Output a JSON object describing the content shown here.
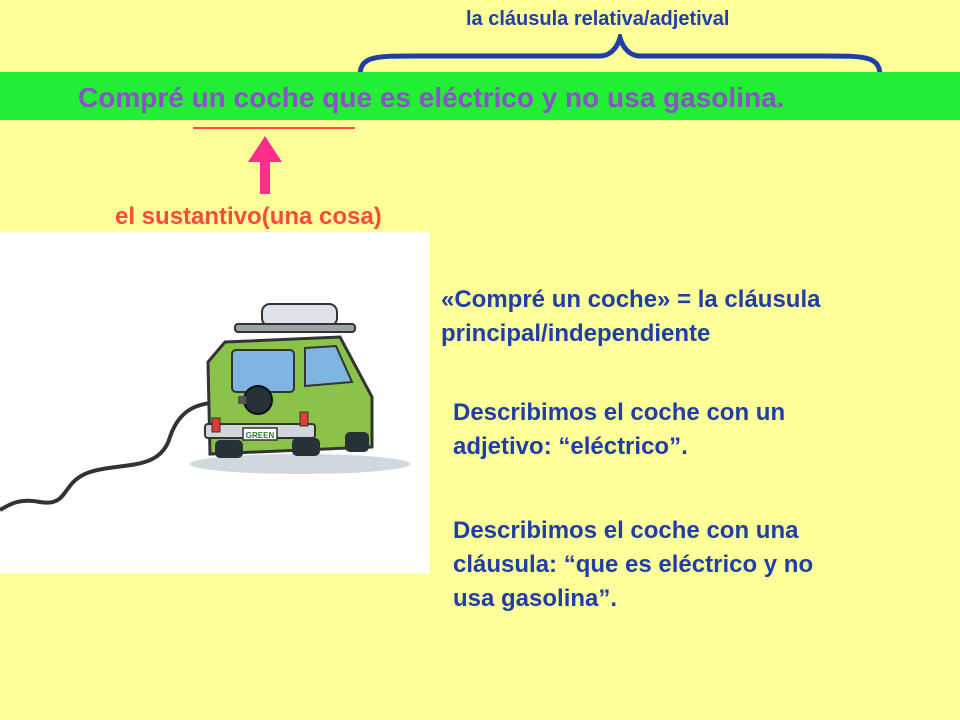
{
  "top_label": "la cláusula relativa/adjetival",
  "sentence": "Compré un coche que es eléctrico y no usa gasolina.",
  "noun_label": "el sustantivo(una cosa)",
  "main_clause": {
    "line1": "«Compré un coche» = la cláusula",
    "line2": "principal/independiente"
  },
  "description_adjective": {
    "line1": "Describimos el coche con un",
    "line2": "adjetivo: “eléctrico”."
  },
  "description_clause": {
    "line1": "Describimos el coche con una",
    "line2": "cláusula: “que es eléctrico y no",
    "line3": "usa gasolina”."
  },
  "car_plate": "GREEN",
  "colors": {
    "background": "#ffff99",
    "band": "#22ee33",
    "sentence": "#8a52c8",
    "label_blue": "#1f3ea8",
    "noun_red": "#ff4a3c",
    "arrow_magenta": "#ff2d8c"
  }
}
